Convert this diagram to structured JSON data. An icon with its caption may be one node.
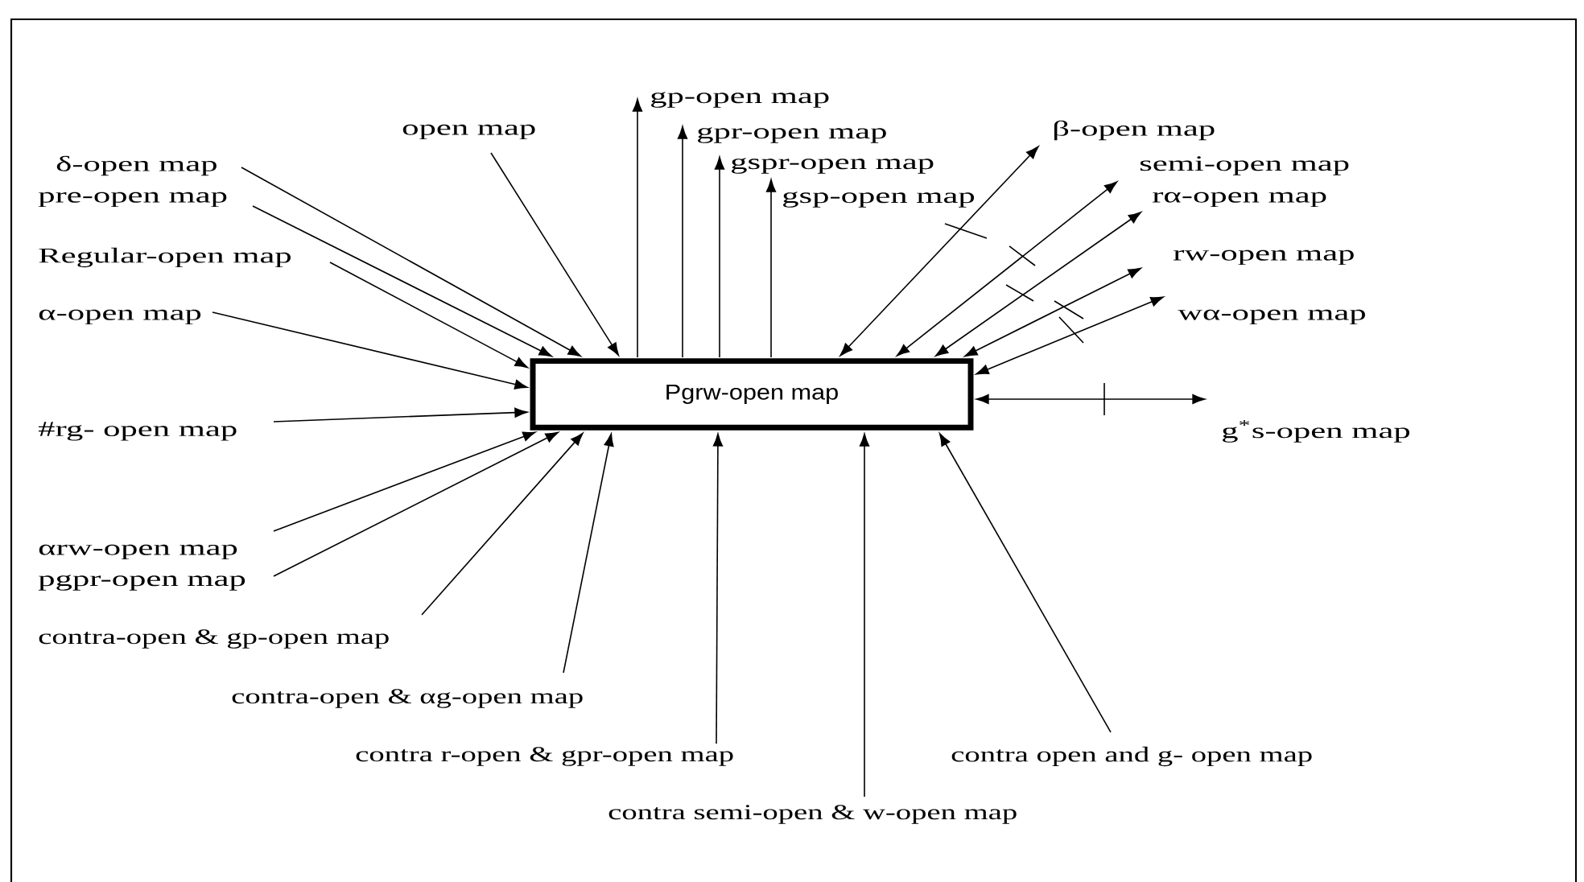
{
  "diagram": {
    "nodes": [
      {
        "text": [
          "Pgrw-open map"
        ]
      },
      {
        "text": [
          "δ-open map"
        ]
      },
      {
        "text": [
          "pre-open map"
        ]
      },
      {
        "text": [
          "Regular-open map"
        ]
      },
      {
        "text": [
          "α-open map"
        ]
      },
      {
        "text": [
          "open map"
        ]
      },
      {
        "text": [
          "gp-open map"
        ]
      },
      {
        "text": [
          "gpr-open map"
        ]
      },
      {
        "text": [
          "gspr-open map"
        ]
      },
      {
        "text": [
          "gsp-open map"
        ]
      },
      {
        "text": [
          "β-open map"
        ]
      },
      {
        "text": [
          "semi-open map"
        ]
      },
      {
        "text": [
          "rα-open map"
        ]
      },
      {
        "text": [
          "rw-open  map"
        ]
      },
      {
        "text": [
          "wα-open map"
        ]
      },
      {
        "text": [
          "#rg- open map"
        ]
      },
      {
        "text": [
          "αrw-open map"
        ]
      },
      {
        "text": [
          "pgpr-open map"
        ]
      },
      {
        "text": [
          "contra-open & gp-open map"
        ]
      },
      {
        "text": [
          "contra-open & αg-open map"
        ]
      },
      {
        "text": [
          "contra r-open & gpr-open map"
        ]
      },
      {
        "text": [
          "contra semi-open & w-open map"
        ]
      },
      {
        "text": [
          "contra open and g- open map"
        ]
      },
      {
        "text": [
          "g$^{*}$s-open map"
        ]
      }
    ],
    "edges": [
      {
        "from": 1,
        "to": 0,
        "arrow": "to"
      },
      {
        "from": 2,
        "to": 0,
        "arrow": "to"
      },
      {
        "from": 3,
        "to": 0,
        "arrow": "to"
      },
      {
        "from": 4,
        "to": 0,
        "arrow": "to"
      },
      {
        "from": 5,
        "to": 0,
        "arrow": "to"
      },
      {
        "from": 0,
        "to": 6,
        "arrow": "to"
      },
      {
        "from": 0,
        "to": 7,
        "arrow": "to"
      },
      {
        "from": 0,
        "to": 8,
        "arrow": "to"
      },
      {
        "from": 0,
        "to": 9,
        "arrow": "to"
      },
      {
        "from": 0,
        "to": 10,
        "arrow": "both"
      },
      {
        "from": 0,
        "to": 11,
        "arrow": "both"
      },
      {
        "from": 0,
        "to": 12,
        "arrow": "both"
      },
      {
        "from": 0,
        "to": 13,
        "arrow": "both"
      },
      {
        "from": 0,
        "to": 14,
        "arrow": "both"
      },
      {
        "from": 15,
        "to": 0,
        "arrow": "to"
      },
      {
        "from": 16,
        "to": 0,
        "arrow": "to"
      },
      {
        "from": 17,
        "to": 0,
        "arrow": "to"
      },
      {
        "from": 18,
        "to": 0,
        "arrow": "to"
      },
      {
        "from": 19,
        "to": 0,
        "arrow": "to"
      },
      {
        "from": 20,
        "to": 0,
        "arrow": "to"
      },
      {
        "from": 21,
        "to": 0,
        "arrow": "to"
      },
      {
        "from": 22,
        "to": 0,
        "arrow": "to"
      },
      {
        "from": 0,
        "to": 23,
        "arrow": "both"
      }
    ]
  }
}
